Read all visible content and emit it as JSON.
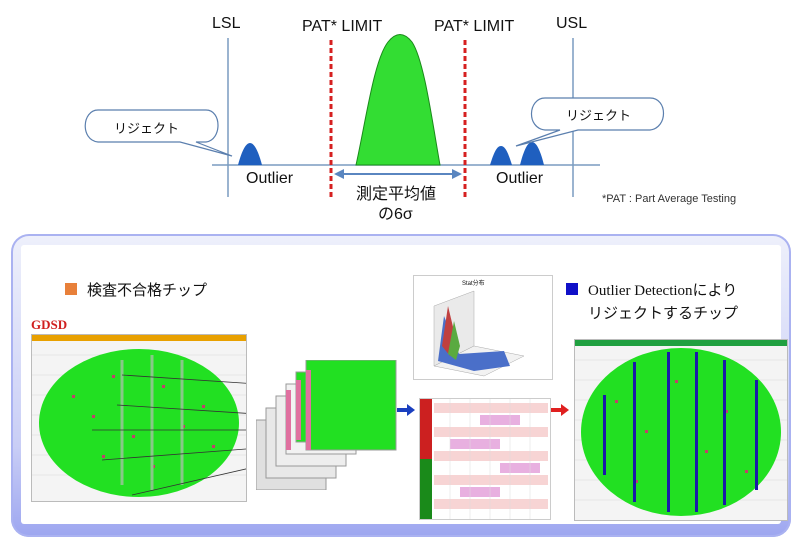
{
  "top_diagram": {
    "lsl": "LSL",
    "usl": "USL",
    "pat_limit_left": "PAT* LIMIT",
    "pat_limit_right": "PAT* LIMIT",
    "reject_left": "リジェクト",
    "reject_right": "リジェクト",
    "outlier_left": "Outlier",
    "outlier_right": "Outlier",
    "six_sigma_line1": "測定平均値",
    "six_sigma_line2": "の6σ",
    "footnote": "*PAT : Part Average Testing",
    "colors": {
      "distribution": "#33dd33",
      "outlier": "#1f5fbf",
      "limit": "#d62020",
      "axis": "#7a9cc0"
    }
  },
  "bottom_panel": {
    "legend_fail": "検査不合格チップ",
    "legend_fail_color": "#e8803a",
    "legend_outlier_line1": "Outlier Detectionにより",
    "legend_outlier_line2": "リジェクトするチップ",
    "legend_outlier_color": "#1010c8",
    "gdsd_label": "GDSD",
    "chart_title": "Stat分布",
    "colors": {
      "wafer_good": "#22e022",
      "wafer_fail": "#c0406a",
      "outlier_column": "#1a1aa8",
      "arrow_blue": "#1a3fbf",
      "arrow_red": "#e02020"
    }
  }
}
